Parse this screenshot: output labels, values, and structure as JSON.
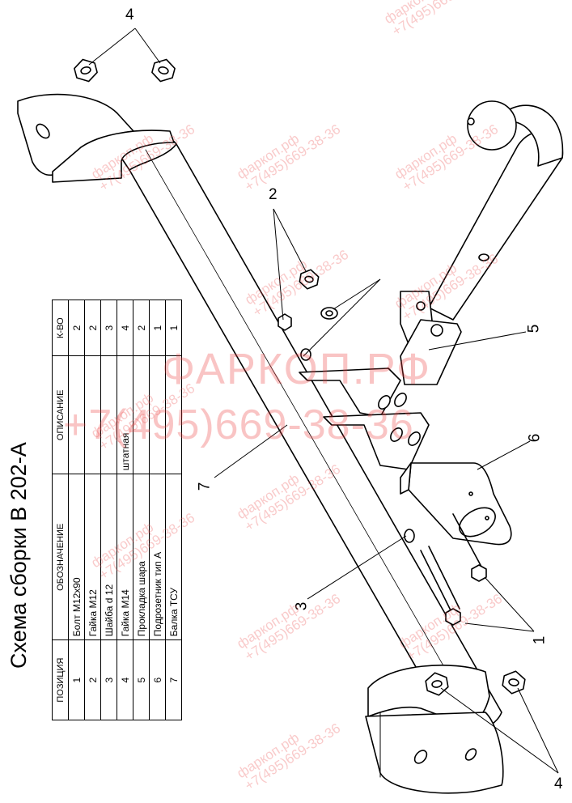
{
  "title": "Схема сборки В 202-А",
  "table": {
    "headers": [
      "ПОЗИЦИЯ",
      "ОБОЗНАЧЕНИЕ",
      "ОПИСАНИЕ",
      "К-ВО"
    ],
    "rows": [
      {
        "pos": "1",
        "name": "Болт М12х90",
        "desc": "",
        "qty": "2"
      },
      {
        "pos": "2",
        "name": "Гайка М12",
        "desc": "",
        "qty": "2"
      },
      {
        "pos": "3",
        "name": "Шайба d 12",
        "desc": "",
        "qty": "3"
      },
      {
        "pos": "4",
        "name": "Гайка  М14",
        "desc": "штатная",
        "qty": "4"
      },
      {
        "pos": "5",
        "name": "Прокладка шара",
        "desc": "",
        "qty": "2"
      },
      {
        "pos": "6",
        "name": "Подрозетник тип А",
        "desc": "",
        "qty": "1"
      },
      {
        "pos": "7",
        "name": "Балка ТСУ",
        "desc": "",
        "qty": "1"
      }
    ]
  },
  "callouts": {
    "c4_top": "4",
    "c2": "2",
    "c5": "5",
    "c6": "6",
    "c7": "7",
    "c3": "3",
    "c1": "1",
    "c4_bottom": "4"
  },
  "watermark": {
    "site": "ФАРКОП.РФ",
    "phone": "+7(495)669-38-36",
    "site_small": "фаркоп.рф",
    "phone_small": "+7(495)669-38-36"
  }
}
